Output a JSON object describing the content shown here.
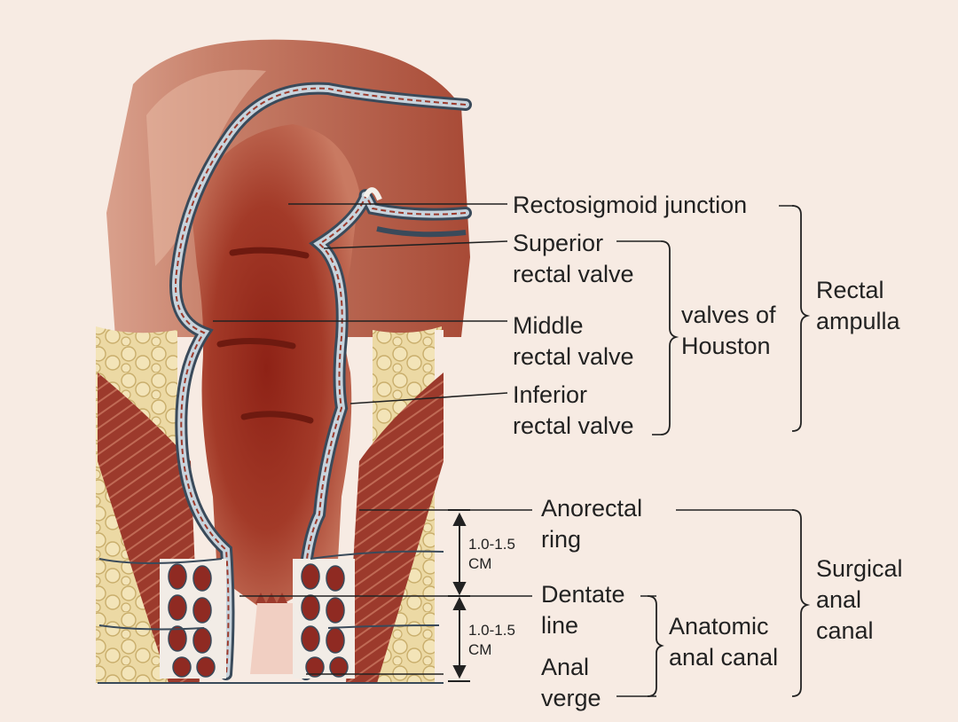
{
  "labels": {
    "rectosigmoid_junction": "Rectosigmoid junction",
    "superior_valve_1": "Superior",
    "superior_valve_2": "rectal valve",
    "middle_valve_1": "Middle",
    "middle_valve_2": "rectal valve",
    "inferior_valve_1": "Inferior",
    "inferior_valve_2": "rectal valve",
    "valves_of_houston_1": "valves of",
    "valves_of_houston_2": "Houston",
    "rectal_ampulla_1": "Rectal",
    "rectal_ampulla_2": "ampulla",
    "anorectal_ring_1": "Anorectal",
    "anorectal_ring_2": "ring",
    "dentate_line_1": "Dentate",
    "dentate_line_2": "line",
    "anal_verge_1": "Anal",
    "anal_verge_2": "verge",
    "anatomic_canal_1": "Anatomic",
    "anatomic_canal_2": "anal canal",
    "surgical_canal_1": "Surgical",
    "surgical_canal_2": "anal",
    "surgical_canal_3": "canal",
    "measure_upper_1": "1.0-1.5",
    "measure_upper_2": "CM",
    "measure_lower_1": "1.0-1.5",
    "measure_lower_2": "CM"
  },
  "colors": {
    "background": "#f7ebe3",
    "lumen_dark": "#8a2418",
    "mucosa": "#b8523e",
    "wall_outline": "#3a4a5a",
    "wall_inner": "#c8d3dc",
    "fat": "#e8d29a",
    "muscle": "#9c3a2c",
    "leader_line": "#222222"
  }
}
